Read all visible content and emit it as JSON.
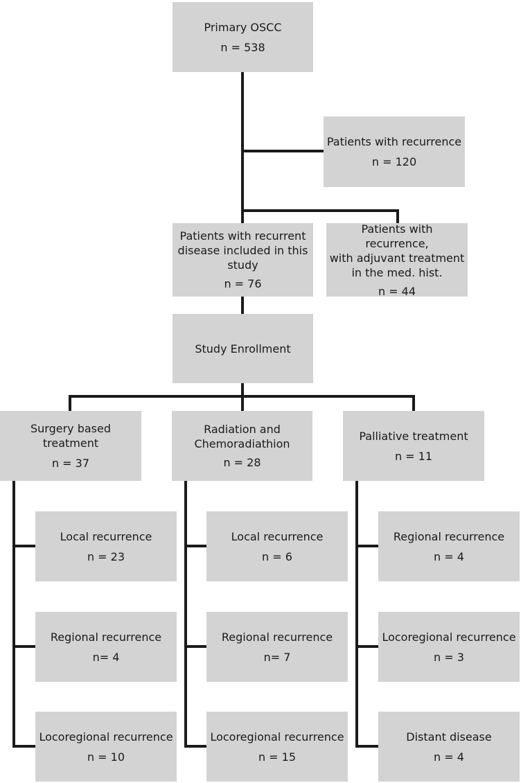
{
  "diagram": {
    "primary": {
      "title": "Primary OSCC",
      "n": "n = 538"
    },
    "recurrence": {
      "title": "Patients with recurrence",
      "n": "n = 120"
    },
    "included": {
      "title": "Patients with recurrent\ndisease included in this\nstudy",
      "n": "n = 76"
    },
    "adjuvant": {
      "title": "Patients with recurrence,\nwith adjuvant treatment\nin the med. hist.",
      "n": "n = 44"
    },
    "enrollment": {
      "title": "Study Enrollment"
    },
    "surgery": {
      "title": "Surgery based treatment",
      "n": "n = 37",
      "items": [
        {
          "title": "Local recurrence",
          "n": "n = 23"
        },
        {
          "title": "Regional recurrence",
          "n": "n= 4"
        },
        {
          "title": "Locoregional recurrence",
          "n": "n = 10"
        }
      ]
    },
    "radiation": {
      "title": "Radiation and\nChemoradiathion",
      "n": "n = 28",
      "items": [
        {
          "title": "Local recurrence",
          "n": "n = 6"
        },
        {
          "title": "Regional recurrence",
          "n": "n= 7"
        },
        {
          "title": "Locoregional recurrence",
          "n": "n = 15"
        }
      ]
    },
    "palliative": {
      "title": "Palliative treatment",
      "n": "n = 11",
      "items": [
        {
          "title": "Regional recurrence",
          "n": "n = 4"
        },
        {
          "title": "Locoregional recurrence",
          "n": "n = 3"
        },
        {
          "title": "Distant disease",
          "n": "n = 4"
        }
      ]
    }
  }
}
